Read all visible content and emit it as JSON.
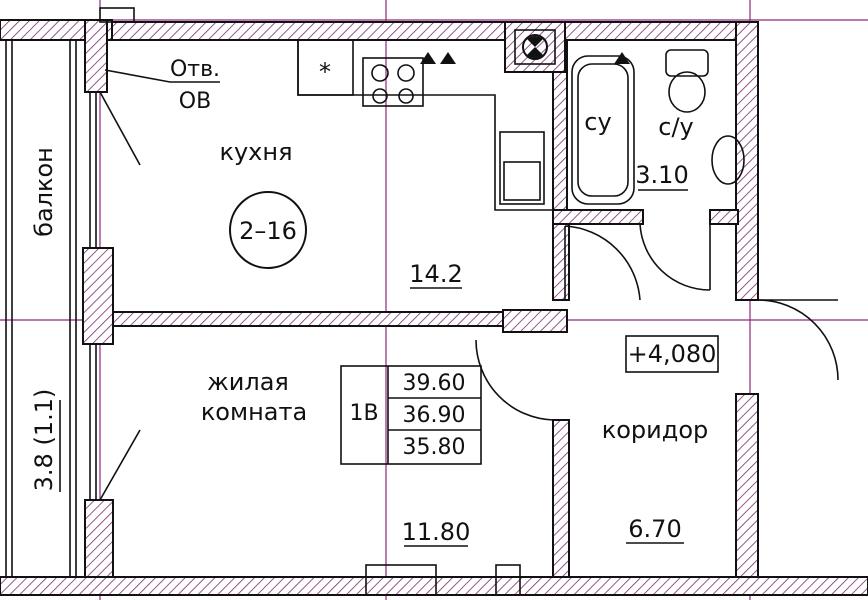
{
  "rooms": {
    "kitchen": {
      "name": "кухня",
      "area": "14.2"
    },
    "living": {
      "name_line1": "жилая",
      "name_line2": "комната",
      "area": "11.80"
    },
    "corridor": {
      "name": "коридор",
      "area": "6.70"
    },
    "bathroom": {
      "name": "су"
    },
    "toilet": {
      "name": "с/у",
      "area": "3.10"
    },
    "balcony": {
      "name": "балкон",
      "area": "3.8 (1.1)"
    }
  },
  "apartment": {
    "type": "1В",
    "areas": [
      "39.60",
      "36.90",
      "35.80"
    ],
    "unit_tag": "2–16",
    "elevation": "+4,080"
  },
  "vent_note": {
    "line1": "Отв.",
    "line2": "ОВ"
  },
  "colors": {
    "walls": "#111111",
    "guides": "#8b2a7a",
    "hatch": "#7a2d6e"
  }
}
